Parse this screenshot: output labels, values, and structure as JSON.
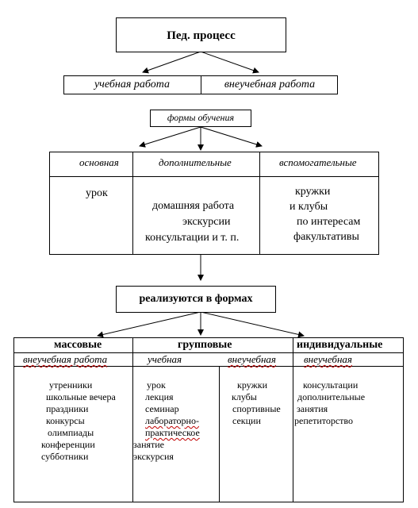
{
  "top": {
    "title": "Пед. процесс"
  },
  "row1": {
    "left": "учебная работа",
    "right": "внеучебная работа"
  },
  "forms": {
    "label": "формы обучения"
  },
  "table1": {
    "headers": [
      "основная",
      "дополнительные",
      "вспомогательные"
    ],
    "col1": [
      "урок"
    ],
    "col2": [
      "домашняя работа",
      "экскурсии",
      "консультации и т. п."
    ],
    "col3": [
      "кружки",
      "и клубы",
      "по интересам",
      "факультативы"
    ]
  },
  "realize": {
    "label": "реализуются в формах"
  },
  "table2": {
    "headers": [
      "массовые",
      "групповые",
      "индивидуальные"
    ],
    "sub": [
      "внеучебная работа",
      "учебная",
      "внеучебная",
      "внеучебная"
    ],
    "col1": [
      "утренники",
      "школьные вечера",
      "праздники",
      "конкурсы",
      "олимпиады",
      "конференции",
      "субботники"
    ],
    "col2": [
      "урок",
      "лекция",
      "семинар",
      "лабораторно-",
      "практическое",
      "занятие",
      "экскурсия"
    ],
    "col3": [
      "кружки",
      "клубы",
      "спортивные",
      "секции"
    ],
    "col4": [
      "консультации",
      "дополнительные",
      "занятия",
      "репетиторство"
    ]
  }
}
